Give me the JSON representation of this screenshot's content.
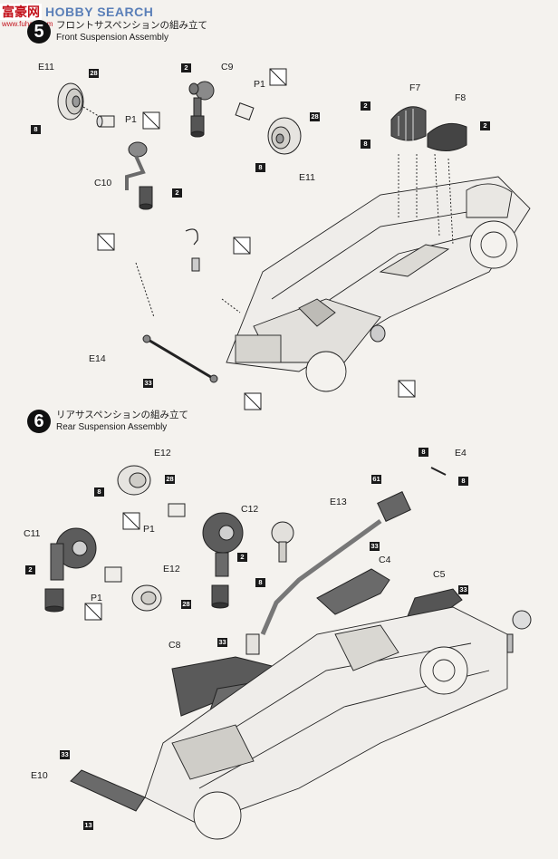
{
  "watermark": {
    "logo": "富豪网",
    "brand": "HOBBY SEARCH",
    "url": "www.fuhao.com"
  },
  "steps": [
    {
      "number": "5",
      "title_jp": "フロントサスペンションの組み立て",
      "title_en": "Front Suspension Assembly"
    },
    {
      "number": "6",
      "title_jp": "リアサスペンションの組み立て",
      "title_en": "Rear Suspension Assembly"
    }
  ],
  "front_parts": {
    "e11_left": "E11",
    "c9": "C9",
    "p1_top": "P1",
    "p1_left": "P1",
    "c10": "C10",
    "e11_right": "E11",
    "f7": "F7",
    "f8": "F8",
    "e14": "E14"
  },
  "rear_parts": {
    "e12_top": "E12",
    "c12": "C12",
    "p1_mid": "P1",
    "c11": "C11",
    "e12_low": "E12",
    "p1_low": "P1",
    "e13": "E13",
    "e4": "E4",
    "c4": "C4",
    "c5": "C5",
    "c8": "C8",
    "e10": "E10"
  },
  "badges": {
    "b28_a": "28",
    "b8_a": "8",
    "b2_a": "2",
    "b2_c10": "2",
    "b28_b": "28",
    "b8_b": "8",
    "b2_f7": "2",
    "b8_f7": "8",
    "b2_f8": "2",
    "b33_e14": "33",
    "b8_e12": "8",
    "b28_e12": "28",
    "b2_c12": "2",
    "b2_c11": "2",
    "b28_e12b": "28",
    "b8_e4a": "8",
    "b8_e4b": "8",
    "b61": "61",
    "b33_c4": "33",
    "b8_e13": "8",
    "b33_c5": "33",
    "b33_c8": "33",
    "b33_e10": "33",
    "b13": "13"
  }
}
